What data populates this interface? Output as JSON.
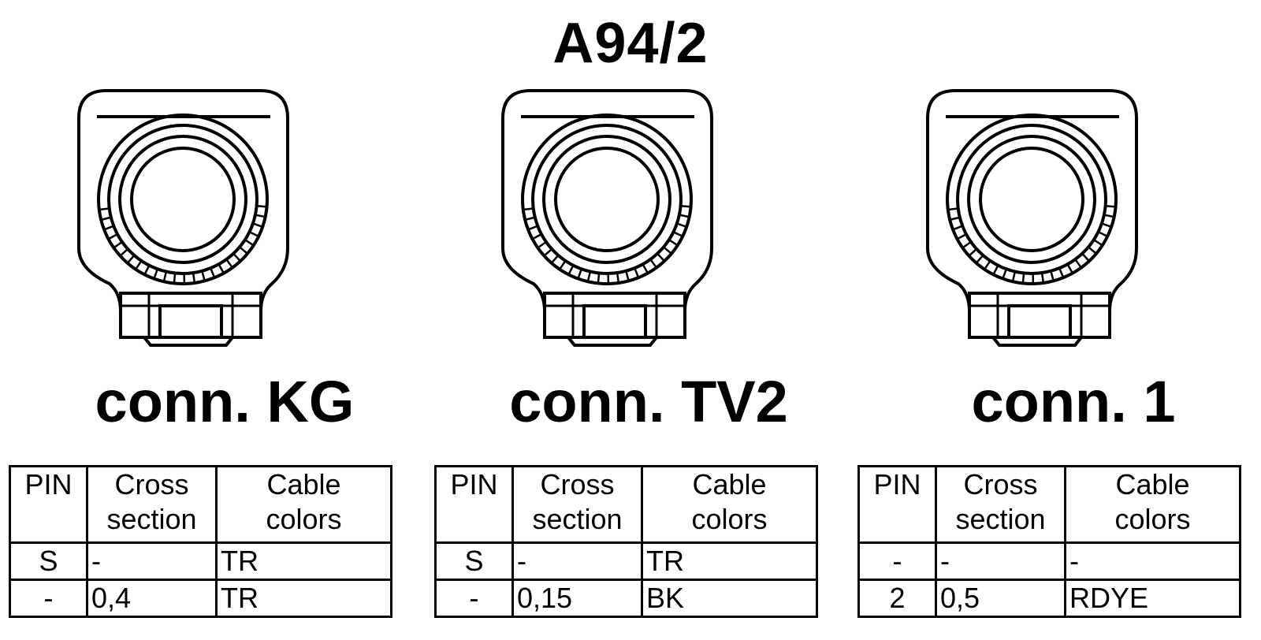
{
  "title": "A94/2",
  "table_headers": {
    "pin": "PIN",
    "cross_section": [
      "Cross",
      "section"
    ],
    "cable_colors": [
      "Cable",
      "colors"
    ]
  },
  "connectors": [
    {
      "label": "conn. KG",
      "rows": [
        {
          "pin": "S",
          "cross_section": "-",
          "cable_colors": "TR"
        },
        {
          "pin": "-",
          "cross_section": "0,4",
          "cable_colors": "TR"
        }
      ]
    },
    {
      "label": "conn. TV2",
      "rows": [
        {
          "pin": "S",
          "cross_section": "-",
          "cable_colors": "TR"
        },
        {
          "pin": "-",
          "cross_section": "0,15",
          "cable_colors": "BK"
        }
      ]
    },
    {
      "label": "conn. 1",
      "rows": [
        {
          "pin": "-",
          "cross_section": "-",
          "cable_colors": "-"
        },
        {
          "pin": "2",
          "cross_section": "0,5",
          "cable_colors": "RDYE"
        }
      ]
    }
  ]
}
